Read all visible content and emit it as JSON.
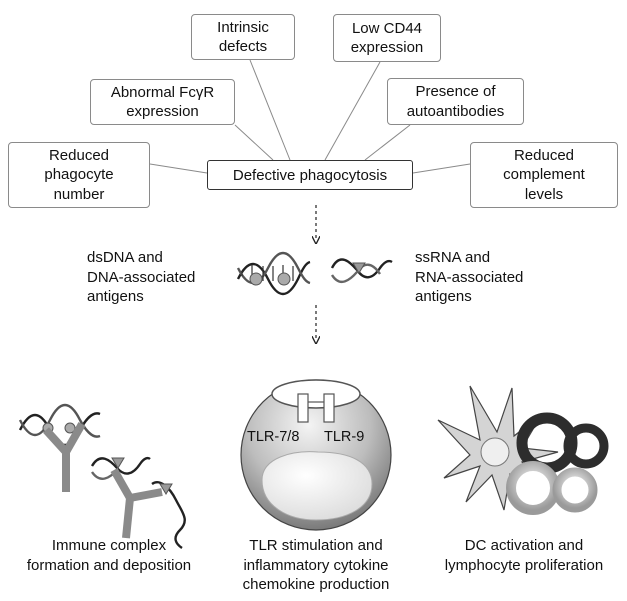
{
  "center_node": {
    "label": "Defective phagocytosis"
  },
  "cause_boxes": [
    {
      "id": "intrinsic-defects",
      "label": "Intrinsic\ndefects"
    },
    {
      "id": "low-cd44",
      "label": "Low CD44\nexpression"
    },
    {
      "id": "abnormal-fcyr",
      "label": "Abnormal FcγR\nexpression"
    },
    {
      "id": "autoantibodies",
      "label": "Presence of\nautoantibodies"
    },
    {
      "id": "reduced-phagocyte",
      "label": "Reduced\nphagocyte\nnumber"
    },
    {
      "id": "reduced-complement",
      "label": "Reduced\ncomplement\nlevels"
    }
  ],
  "antigens": {
    "dna_label": "dsDNA and\nDNA-associated\nantigens",
    "rna_label": "ssRNA and\nRNA-associated\nantigens"
  },
  "cell": {
    "tlr78": "TLR-7/8",
    "tlr9": "TLR-9"
  },
  "outcomes": {
    "immune_complex": "Immune complex\nformation and deposition",
    "tlr_stimulation": "TLR stimulation and\ninflammatory cytokine\nchemokine production",
    "dc_activation": "DC activation and\nlymphocyte proliferation"
  }
}
